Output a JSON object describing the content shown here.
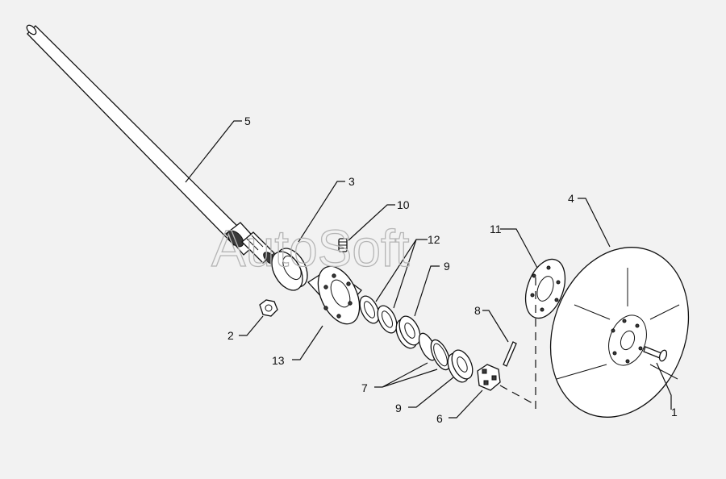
{
  "watermark": "AutoSoft",
  "labels": {
    "p1": "1",
    "p2": "2",
    "p3": "3",
    "p4": "4",
    "p5": "5",
    "p6": "6",
    "p7": "7",
    "p8": "8",
    "p9a": "9",
    "p9b": "9",
    "p10": "10",
    "p11": "11",
    "p12": "12",
    "p13": "13"
  },
  "colors": {
    "background": "#f2f2f2",
    "line": "#111111",
    "watermark": "#b5b5b5"
  }
}
